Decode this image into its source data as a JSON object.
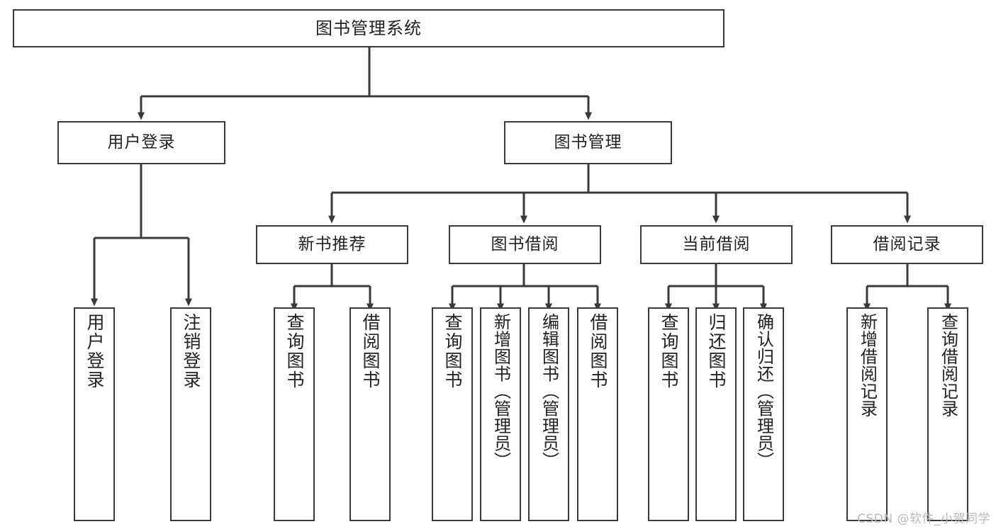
{
  "diagram": {
    "title": "图书管理系统",
    "watermark": "CSDN @软件_小贺同学",
    "level2": [
      {
        "id": "user-login",
        "label": "用户登录"
      },
      {
        "id": "book-manage",
        "label": "图书管理"
      }
    ],
    "level3": [
      {
        "id": "new-book-recommend",
        "label": "新书推荐"
      },
      {
        "id": "book-borrow",
        "label": "图书借阅"
      },
      {
        "id": "current-borrow",
        "label": "当前借阅"
      },
      {
        "id": "borrow-record",
        "label": "借阅记录"
      }
    ],
    "leaves": [
      {
        "id": "leaf-user-login",
        "label": "用户登录",
        "parent": "user-login"
      },
      {
        "id": "leaf-logout",
        "label": "注销登录",
        "parent": "user-login"
      },
      {
        "id": "leaf-query-book-1",
        "label": "查询图书",
        "parent": "new-book-recommend"
      },
      {
        "id": "leaf-borrow-book-1",
        "label": "借阅图书",
        "parent": "new-book-recommend"
      },
      {
        "id": "leaf-query-book-2",
        "label": "查询图书",
        "parent": "book-borrow"
      },
      {
        "id": "leaf-add-book",
        "label": "新增图书（管理员）",
        "parent": "book-borrow"
      },
      {
        "id": "leaf-edit-book",
        "label": "编辑图书（管理员）",
        "parent": "book-borrow"
      },
      {
        "id": "leaf-borrow-book-2",
        "label": "借阅图书",
        "parent": "book-borrow"
      },
      {
        "id": "leaf-query-book-3",
        "label": "查询图书",
        "parent": "current-borrow"
      },
      {
        "id": "leaf-return-book",
        "label": "归还图书",
        "parent": "current-borrow"
      },
      {
        "id": "leaf-confirm-return",
        "label": "确认归还（管理员）",
        "parent": "current-borrow"
      },
      {
        "id": "leaf-add-record",
        "label": "新增借阅记录",
        "parent": "borrow-record"
      },
      {
        "id": "leaf-query-record",
        "label": "查询借阅记录",
        "parent": "borrow-record"
      }
    ],
    "colors": {
      "stroke": "#3a3a3a",
      "box_fill": "#ffffff",
      "text": "#222222",
      "watermark": "#b9b9b9"
    }
  }
}
